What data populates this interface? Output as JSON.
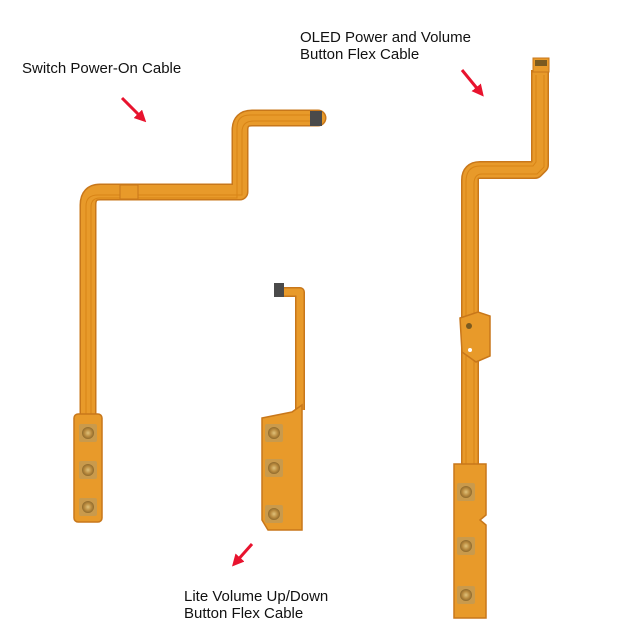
{
  "labels": {
    "switch": {
      "lines": [
        "Switch Power-On Cable"
      ]
    },
    "oled": {
      "lines": [
        "OLED Power and Volume",
        "Button Flex Cable"
      ]
    },
    "lite": {
      "lines": [
        "Lite Volume Up/Down",
        "Button Flex Cable"
      ]
    }
  },
  "colors": {
    "background": "#ffffff",
    "flex_orange": "#e89a2a",
    "flex_edge": "#c8771a",
    "trace": "#d88416",
    "button_body": "#b98a3e",
    "button_center": "#caa85a",
    "connector": "#4a4a4a",
    "arrow": "#e8132e",
    "text": "#111111"
  },
  "icons": {
    "arrows": [
      "arrow-icon",
      "arrow-icon",
      "arrow-icon"
    ]
  }
}
